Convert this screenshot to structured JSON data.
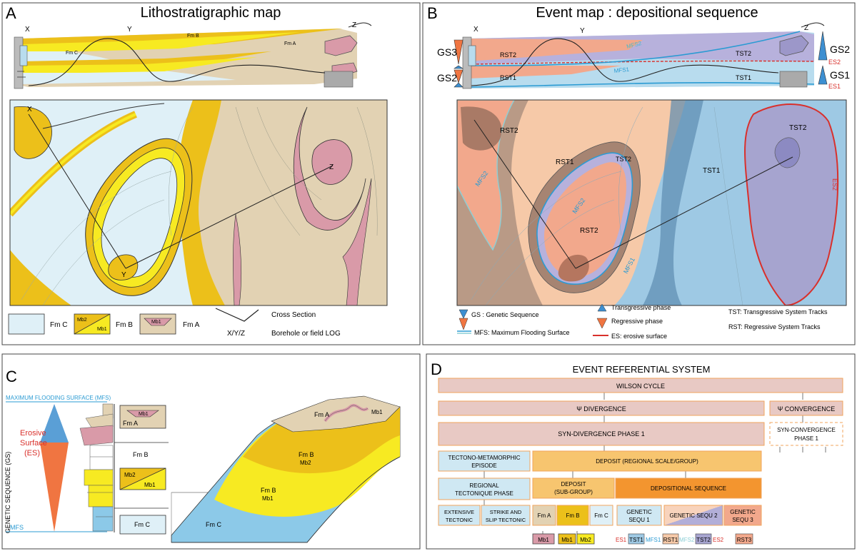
{
  "panelA": {
    "letter": "A",
    "title": "Lithostratigraphic map",
    "section": {
      "x": "X",
      "y": "Y",
      "z": "Z",
      "fmC": "Fm C",
      "fmB": "Fm B",
      "fmA": "Fm A"
    },
    "map": {
      "x": "X",
      "y": "Y",
      "z": "Z"
    },
    "legend": {
      "fmC": "Fm C",
      "mb2": "Mb2",
      "mb1": "Mb1",
      "fmB": "Fm B",
      "mb1a": "Mb1",
      "fmA": "Fm A",
      "xyz": "X/Y/Z",
      "crossSection": "Cross Section",
      "borehole": "Borehole or field LOG"
    }
  },
  "panelB": {
    "letter": "B",
    "title": "Event map : depositional sequence",
    "section": {
      "x": "X",
      "y": "Y",
      "z": "Z",
      "gs3": "GS3",
      "gs2": "GS2",
      "gs2r": "GS2",
      "gs1": "GS1",
      "es2": "ES2",
      "es1": "ES1",
      "rst2": "RST2",
      "rst1": "RST1",
      "tst2": "TST2",
      "tst1": "TST1",
      "mfs2": "MFS2",
      "mfs1": "MFS1"
    },
    "map": {
      "rst2a": "RST2",
      "rst1": "RST1",
      "tst2a": "TST2",
      "mfs2a": "MFS2",
      "mfs2b": "MFS2",
      "rst2b": "RST2",
      "tst1": "TST1",
      "tst2b": "TST2",
      "es2": "ES2",
      "mfs1": "MFS1"
    },
    "legend": {
      "gs": "GS : Genetic Sequence",
      "mfs": "MFS: Maximum Flooding Surface",
      "trans": "Transgressive phase",
      "regr": "Regressive phase",
      "es": "ES: erosive surface",
      "tst": "TST: Transgressive System Tracks",
      "rst": "RST: Regressive System Tracks"
    }
  },
  "panelC": {
    "letter": "C",
    "mfsTop": "MAXIMUM FLOODING SURFACE (MFS)",
    "gsLabel": "GENETIC SEQUENCE (GS)",
    "erosive": [
      "Erosive",
      "Surface",
      "(ES)"
    ],
    "mfsBottom": "MFS",
    "boxes": {
      "mb1": "Mb1",
      "fmA": "Fm A",
      "fmB": "Fm B",
      "mb2": "Mb2",
      "mb1b": "Mb1",
      "fmC": "Fm C"
    },
    "block": {
      "fmA": "Fm A",
      "mb1": "Mb1",
      "fmB1": "Fm B",
      "mb2": "Mb2",
      "fmB2": "Fm B",
      "mb1b": "Mb1",
      "fmC": "Fm C"
    }
  },
  "panelD": {
    "letter": "D",
    "title": "EVENT REFERENTIAL SYSTEM",
    "wilson": "WILSON CYCLE",
    "divergence": "Ψ DIVERGENCE",
    "convergence": "Ψ CONVERGENCE",
    "synDiv": "SYN-DIVERGENCE PHASE 1",
    "synConv": [
      "SYN-CONVERGENCE",
      "PHASE 1"
    ],
    "tecto": [
      "TECTONO-METAMORPHIC",
      "EPISODE"
    ],
    "deposit": "DEPOSIT (REGIONAL SCALE/GROUP)",
    "regional": [
      "REGIONAL",
      "TECTONIQUE PHASE"
    ],
    "depositSub": [
      "DEPOSIT",
      "(SUB-GROUP)"
    ],
    "depSeq": "DEPOSITIONAL SEQUENCE",
    "extensive": [
      "EXTENSIVE",
      "TECTONIC"
    ],
    "strike": [
      "STRIKE AND",
      "SLIP TECTONIC"
    ],
    "fmA": "Fm A",
    "fmB": "Fm B",
    "fmC": "Fm C",
    "gs1": [
      "GENETIC",
      "SEQU 1"
    ],
    "gs2": "GENETIC SEQU 2",
    "gs3": [
      "GENETIC",
      "SEQU 3"
    ],
    "mb1": "Mb1",
    "mb1b": "Mb1",
    "mb2": "Mb2",
    "es1": "ES1",
    "tst1": "TST1",
    "mfs1": "MFS1",
    "rst1": "RST1",
    "mfs2": "MFS2",
    "tst2": "TST2",
    "es2": "ES2",
    "rst3": "RST3"
  },
  "colors": {
    "fmC": "#dff0f7",
    "fmB": "#ecc01a",
    "fmBlight": "#f7ea22",
    "fmA": "#ddc9a5",
    "mb1": "#d99aa8",
    "rst": "#f2a88c",
    "tst": "#9ec9e4",
    "tst2": "#a6a4cf",
    "mfs": "#2b9bd3",
    "es": "#d9302b",
    "boxBlue": "#cfe8f3",
    "boxRose": "#e8c9c4",
    "orange": "#f7b14f",
    "orangeDark": "#f3952f"
  }
}
